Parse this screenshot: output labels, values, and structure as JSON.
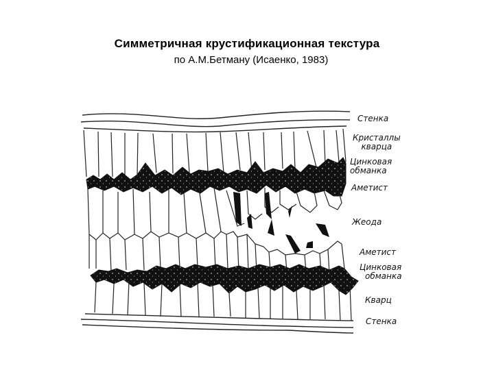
{
  "title": "Симметричная крустификационная текстура",
  "subtitle": "по А.М.Бетману (Исаенко, 1983)",
  "diagram": {
    "type": "cross-section illustration",
    "subject": "symmetric crustification vein texture",
    "labels": [
      {
        "id": "wall_top",
        "text": "Стенка"
      },
      {
        "id": "quartz_crystals",
        "line1": "Кристаллы",
        "line2": "кварца"
      },
      {
        "id": "sphalerite_top",
        "line1": "Цинковая",
        "line2": "обманка"
      },
      {
        "id": "amethyst_top",
        "text": "Аметист"
      },
      {
        "id": "geode",
        "text": "Жеода"
      },
      {
        "id": "amethyst_bottom",
        "text": "Аметист"
      },
      {
        "id": "sphalerite_bottom",
        "line1": "Цинковая",
        "line2": "обманка"
      },
      {
        "id": "quartz",
        "text": "Кварц"
      },
      {
        "id": "wall_bottom",
        "text": "Стенка"
      }
    ],
    "colors": {
      "ink": "#111111",
      "background": "#ffffff",
      "speckle": "#ffffff"
    }
  }
}
